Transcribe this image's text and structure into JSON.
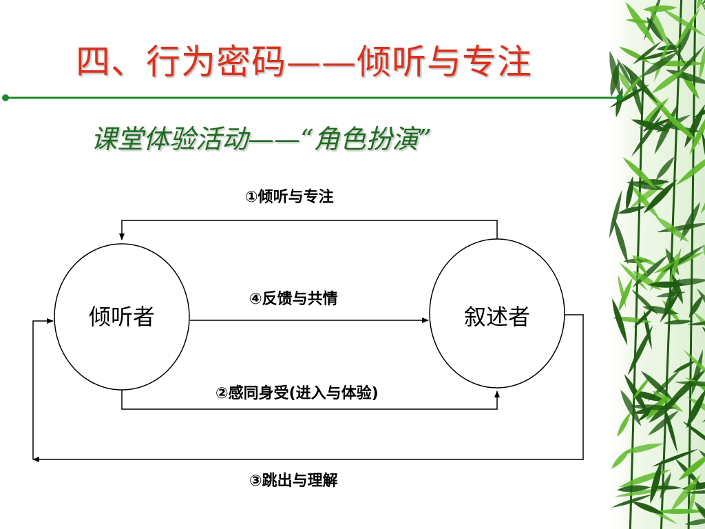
{
  "slide": {
    "title": "四、行为密码——倾听与专注",
    "subtitle": "课堂体验活动——“角色扮演”"
  },
  "diagram": {
    "nodes": {
      "listener": "倾听者",
      "narrator": "叙述者"
    },
    "edges": {
      "top": "①倾听与专注",
      "bottom_inner": "②感同身受(进入与体验)",
      "bottom_outer": "③跳出与理解",
      "middle": "④反馈与共情"
    }
  },
  "colors": {
    "title": "#d8321c",
    "subtitle": "#1e6b20",
    "divider": "#1a8a2a",
    "bamboo_dark": "#1f5a12",
    "bamboo_light": "#5fb82a"
  }
}
